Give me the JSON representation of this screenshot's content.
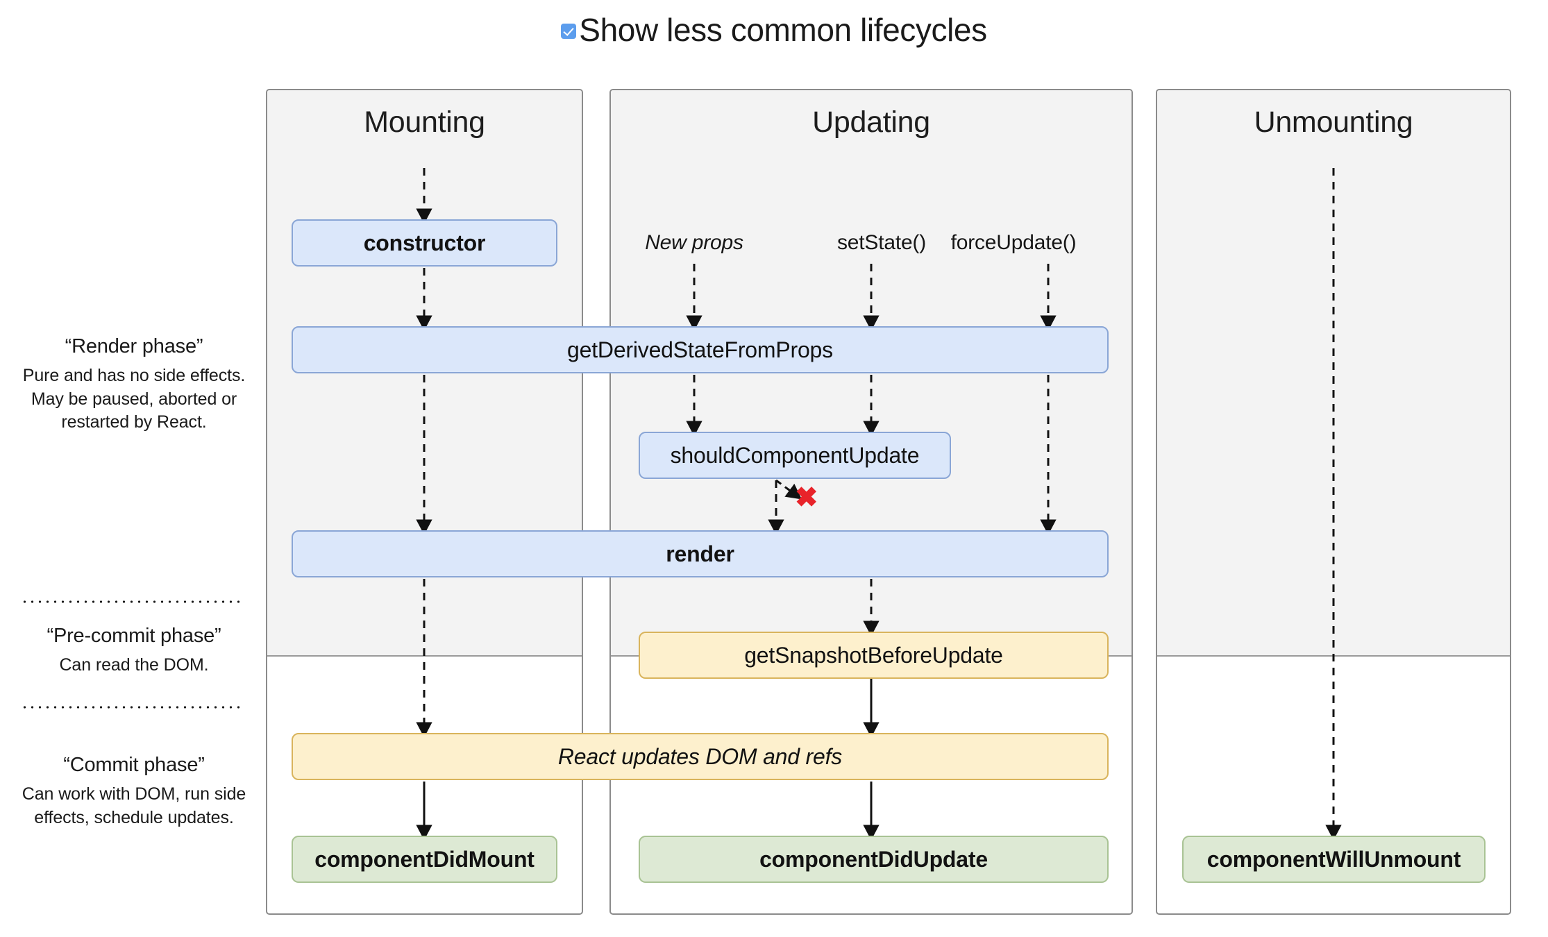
{
  "header": {
    "checkbox_label": "Show less common lifecycles",
    "checkbox_checked": true,
    "checkbox_icon": "checkbox-checked-icon"
  },
  "colors": {
    "accent": "#5c9ded",
    "box_blue_fill": "#dbe7fa",
    "box_blue_border": "#8aa6d6",
    "box_yellow_fill": "#fdf0cd",
    "box_yellow_border": "#d9b45c",
    "box_green_fill": "#dde9d4",
    "box_green_border": "#a9c394",
    "column_grey": "#f3f3f3",
    "column_border": "#8b8b8b",
    "error_red": "#e8232a",
    "text": "#1a1a1a"
  },
  "phases": [
    {
      "title": "“Render phase”",
      "description": "Pure and has no side effects. May be paused, aborted or restarted by React."
    },
    {
      "title": "“Pre-commit phase”",
      "description": "Can read the DOM."
    },
    {
      "title": "“Commit phase”",
      "description": "Can work with DOM, run side effects, schedule updates."
    }
  ],
  "columns": [
    {
      "title": "Mounting"
    },
    {
      "title": "Updating"
    },
    {
      "title": "Unmounting"
    }
  ],
  "triggers": [
    {
      "label": "New props",
      "style": "italic"
    },
    {
      "label": "setState()",
      "style": "normal"
    },
    {
      "label": "forceUpdate()",
      "style": "normal"
    }
  ],
  "nodes": {
    "constructor": {
      "label": "constructor",
      "color": "blue",
      "weight": "bold"
    },
    "get_derived_state_from_props": {
      "label": "getDerivedStateFromProps",
      "color": "blue",
      "weight": "normal"
    },
    "should_component_update": {
      "label": "shouldComponentUpdate",
      "color": "blue",
      "weight": "normal"
    },
    "render": {
      "label": "render",
      "color": "blue",
      "weight": "bold"
    },
    "get_snapshot_before_update": {
      "label": "getSnapshotBeforeUpdate",
      "color": "yellow",
      "weight": "normal"
    },
    "react_updates_dom": {
      "label": "React updates DOM and refs",
      "color": "yellow",
      "weight": "italic"
    },
    "component_did_mount": {
      "label": "componentDidMount",
      "color": "green",
      "weight": "bold"
    },
    "component_did_update": {
      "label": "componentDidUpdate",
      "color": "green",
      "weight": "bold"
    },
    "component_will_unmount": {
      "label": "componentWillUnmount",
      "color": "green",
      "weight": "bold"
    }
  },
  "annotations": {
    "skip_marker": "✖"
  }
}
